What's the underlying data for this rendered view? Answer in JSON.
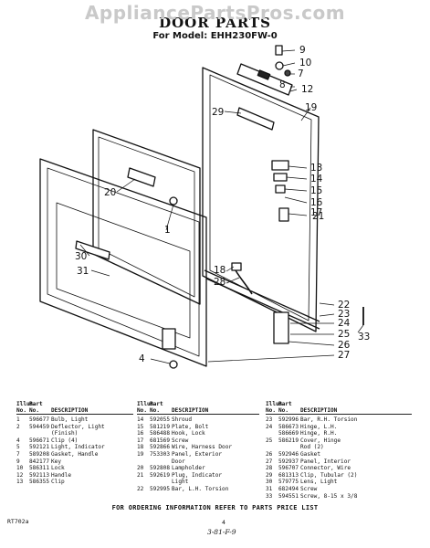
{
  "watermark": "AppliancePartsPros.com",
  "header": {
    "title": "DOOR PARTS",
    "model": "For Model: EHH230FW-0"
  },
  "callouts": [
    "9",
    "10",
    "7",
    "8",
    "12",
    "19",
    "29",
    "13",
    "14",
    "15",
    "16",
    "17",
    "21",
    "20",
    "1",
    "18",
    "28",
    "30",
    "31",
    "22",
    "23",
    "24",
    "25",
    "26",
    "27",
    "33",
    "4"
  ],
  "table": {
    "headers": {
      "no": "Illus. No.",
      "part": "Part No.",
      "desc": "DESCRIPTION"
    },
    "columns": [
      [
        {
          "no": "1",
          "part": "596677",
          "desc": "Bulb, Light"
        },
        {
          "no": "2",
          "part": "594459",
          "desc": "Deflector, Light"
        },
        {
          "no": "",
          "part": "",
          "desc": "(Finish)"
        },
        {
          "no": "4",
          "part": "596671",
          "desc": "Clip (4)"
        },
        {
          "no": "5",
          "part": "592121",
          "desc": "Light, Indicator"
        },
        {
          "no": "7",
          "part": "589208",
          "desc": "Gasket, Handle"
        },
        {
          "no": "9",
          "part": "842177",
          "desc": "Key"
        },
        {
          "no": "10",
          "part": "586311",
          "desc": "Lock"
        },
        {
          "no": "12",
          "part": "592113",
          "desc": "Handle"
        },
        {
          "no": "13",
          "part": "586355",
          "desc": "Clip"
        }
      ],
      [
        {
          "no": "14",
          "part": "592055",
          "desc": "Shroud"
        },
        {
          "no": "15",
          "part": "581219",
          "desc": "Plate, Bolt"
        },
        {
          "no": "16",
          "part": "586488",
          "desc": "Hook, Lock"
        },
        {
          "no": "17",
          "part": "681569",
          "desc": "Screw"
        },
        {
          "no": "18",
          "part": "592866",
          "desc": "Wire, Harness Door"
        },
        {
          "no": "19",
          "part": "753303",
          "desc": "Panel, Exterior"
        },
        {
          "no": "",
          "part": "",
          "desc": "Door"
        },
        {
          "no": "20",
          "part": "592808",
          "desc": "Lampholder"
        },
        {
          "no": "21",
          "part": "592619",
          "desc": "Plug, Indicator"
        },
        {
          "no": "",
          "part": "",
          "desc": "Light"
        },
        {
          "no": "22",
          "part": "592995",
          "desc": "Bar, L.H. Torsion"
        }
      ],
      [
        {
          "no": "23",
          "part": "592996",
          "desc": "Bar, R.H. Torsion"
        },
        {
          "no": "24",
          "part": "586673",
          "desc": "Hinge, L.H."
        },
        {
          "no": "",
          "part": "586669",
          "desc": "Hinge, R.H."
        },
        {
          "no": "25",
          "part": "586219",
          "desc": "Cover, Hinge"
        },
        {
          "no": "",
          "part": "",
          "desc": "Rod (2)"
        },
        {
          "no": "26",
          "part": "592946",
          "desc": "Gasket"
        },
        {
          "no": "27",
          "part": "592937",
          "desc": "Panel, Interior"
        },
        {
          "no": "28",
          "part": "596707",
          "desc": "Connector, Wire"
        },
        {
          "no": "29",
          "part": "681313",
          "desc": "Clip, Tubular (2)"
        },
        {
          "no": "30",
          "part": "579775",
          "desc": "Lens, Light"
        },
        {
          "no": "31",
          "part": "682494",
          "desc": "Screw"
        },
        {
          "no": "33",
          "part": "594551",
          "desc": "Screw, 8-15 x 3/8"
        }
      ]
    ]
  },
  "footer": "FOR ORDERING INFORMATION REFER TO PARTS PRICE LIST",
  "doc_id": "RT702a",
  "page_number": "4",
  "handwritten": "3-81-F-9"
}
